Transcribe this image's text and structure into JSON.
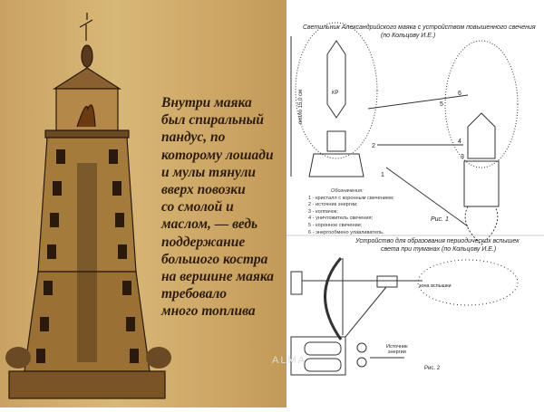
{
  "left_panel": {
    "story_lines": [
      "Внутри маяка",
      "был спиральный",
      "пандус, по",
      "которому лошади",
      "и мулы тянули",
      "вверх повозки",
      "со смолой и",
      "маслом, — ведь",
      "поддержание",
      "большого костра",
      "на вершине маяка",
      "требовало",
      "много топлива"
    ],
    "watermark": "ALMA"
  },
  "figure1": {
    "title_line1": "Светильник Александрийского маяка с устройством повышенного свечения",
    "title_line2": "(по Кольцову И.Е.)",
    "height_label": "около 15,0 см",
    "kr_label": "КР",
    "caption": "Рис. 1",
    "numbers": [
      "1",
      "2",
      "3",
      "4",
      "5",
      "6"
    ],
    "legend_title": "Обозначения:",
    "legend": [
      "1 - кристалл с коронным свечением;",
      "2 - источник энергии;",
      "3 - колпачок;",
      "4 - уничтожитель свечения;",
      "5 - коронное свечение;",
      "6 - энергообмено улавливатель."
    ]
  },
  "figure2": {
    "title_line1": "Устройство для образования периодических вспышек",
    "title_line2": "света при туманах (по Кольцову И.Е.)",
    "flash_zone": "зона вспышки",
    "energy_source_line1": "Источник",
    "energy_source_line2": "энергии",
    "caption": "Рис. 2"
  }
}
